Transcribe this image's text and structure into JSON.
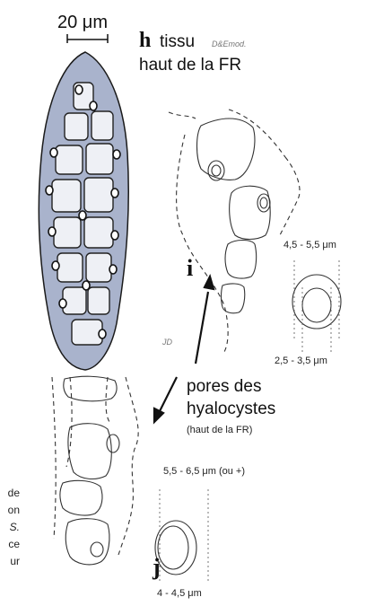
{
  "scale_bar": {
    "label": "20 μm"
  },
  "panel_h": {
    "letter": "h",
    "title": "tissu",
    "credit": "D&Emod.",
    "subtitle": "haut de la FR"
  },
  "panel_i": {
    "letter": "i",
    "dim_top": "4,5 - 5,5 μm",
    "dim_bottom": "2,5 - 3,5 μm",
    "credit": "JD"
  },
  "label_pores": {
    "line1": "pores des",
    "line2": "hyalocystes",
    "line3": "(haut de la FR)"
  },
  "panel_j": {
    "letter": "j",
    "dim_top": "5,5 - 6,5 μm (ou +)",
    "dim_bottom": "4 - 4,5 μm"
  },
  "left_edge_text": [
    "de",
    "on",
    "S.",
    "ce",
    "ur"
  ]
}
